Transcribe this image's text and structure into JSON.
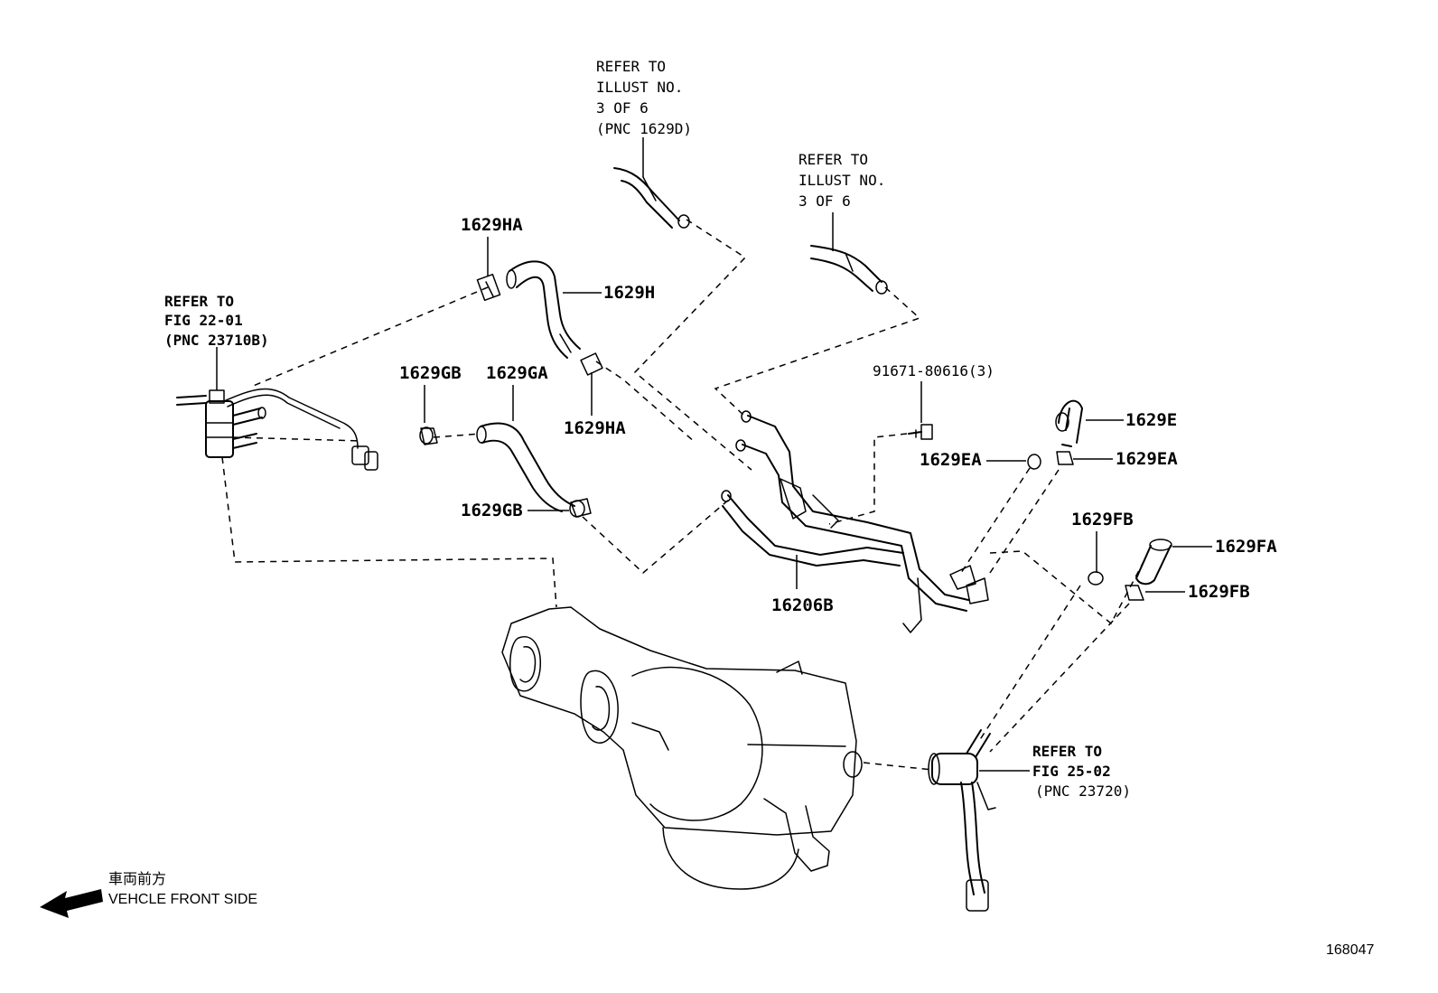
{
  "references": {
    "illust_top_left": [
      "REFER TO",
      "ILLUST NO.",
      "3 OF 6",
      "(PNC 1629D)"
    ],
    "illust_top_right": [
      "REFER TO",
      "ILLUST NO.",
      "3 OF 6"
    ],
    "fig_22": [
      "REFER TO",
      "FIG 22-01",
      "(PNC 23710B)"
    ],
    "fig_25": [
      "REFER TO",
      "FIG 25-02",
      "(PNC 23720)"
    ]
  },
  "parts": {
    "p_1629HA_top": "1629HA",
    "p_1629H": "1629H",
    "p_1629GB_top": "1629GB",
    "p_1629GA": "1629GA",
    "p_1629HA_mid": "1629HA",
    "p_1629GB_low": "1629GB",
    "p_91671": "91671-80616(3)",
    "p_1629E": "1629E",
    "p_1629EA_left": "1629EA",
    "p_1629EA_right": "1629EA",
    "p_1629FB_top": "1629FB",
    "p_1629FA": "1629FA",
    "p_1629FB_low": "1629FB",
    "p_16206B": "16206B"
  },
  "front_indicator": {
    "jp": "車両前方",
    "en": "VEHCLE FRONT SIDE",
    "icon": "arrow-left-icon"
  },
  "figure_number": "168047"
}
